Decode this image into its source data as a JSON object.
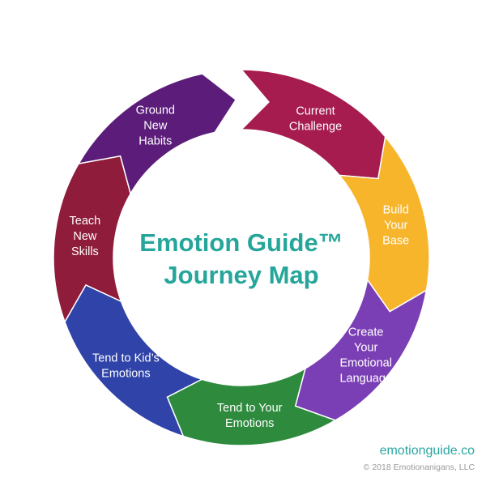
{
  "diagram": {
    "center_title": {
      "line1": "Emotion Guide™",
      "line2": "Journey Map",
      "color": "#26a69a"
    },
    "steps": [
      {
        "id": "current-challenge",
        "lines": [
          "Current",
          "Challenge"
        ],
        "color": "#a61c4f"
      },
      {
        "id": "build-your-base",
        "lines": [
          "Build",
          "Your",
          "Base"
        ],
        "color": "#f7b52c"
      },
      {
        "id": "create-your-emotional-language",
        "lines": [
          "Create",
          "Your",
          "Emotional",
          "Language"
        ],
        "color": "#7b3fb5"
      },
      {
        "id": "tend-to-your-emotions",
        "lines": [
          "Tend to Your",
          "Emotions"
        ],
        "color": "#2e8b3e"
      },
      {
        "id": "tend-to-kids-emotions",
        "lines": [
          "Tend to Kid’s",
          "Emotions"
        ],
        "color": "#2f43a8"
      },
      {
        "id": "teach-new-skills",
        "lines": [
          "Teach",
          "New",
          "Skills"
        ],
        "color": "#8f1c3a"
      },
      {
        "id": "ground-new-habits",
        "lines": [
          "Ground",
          "New",
          "Habits"
        ],
        "color": "#5b1c7a"
      }
    ]
  },
  "footer": {
    "site": "emotionguide.co",
    "copyright": "© 2018 Emotionanigans, LLC"
  }
}
